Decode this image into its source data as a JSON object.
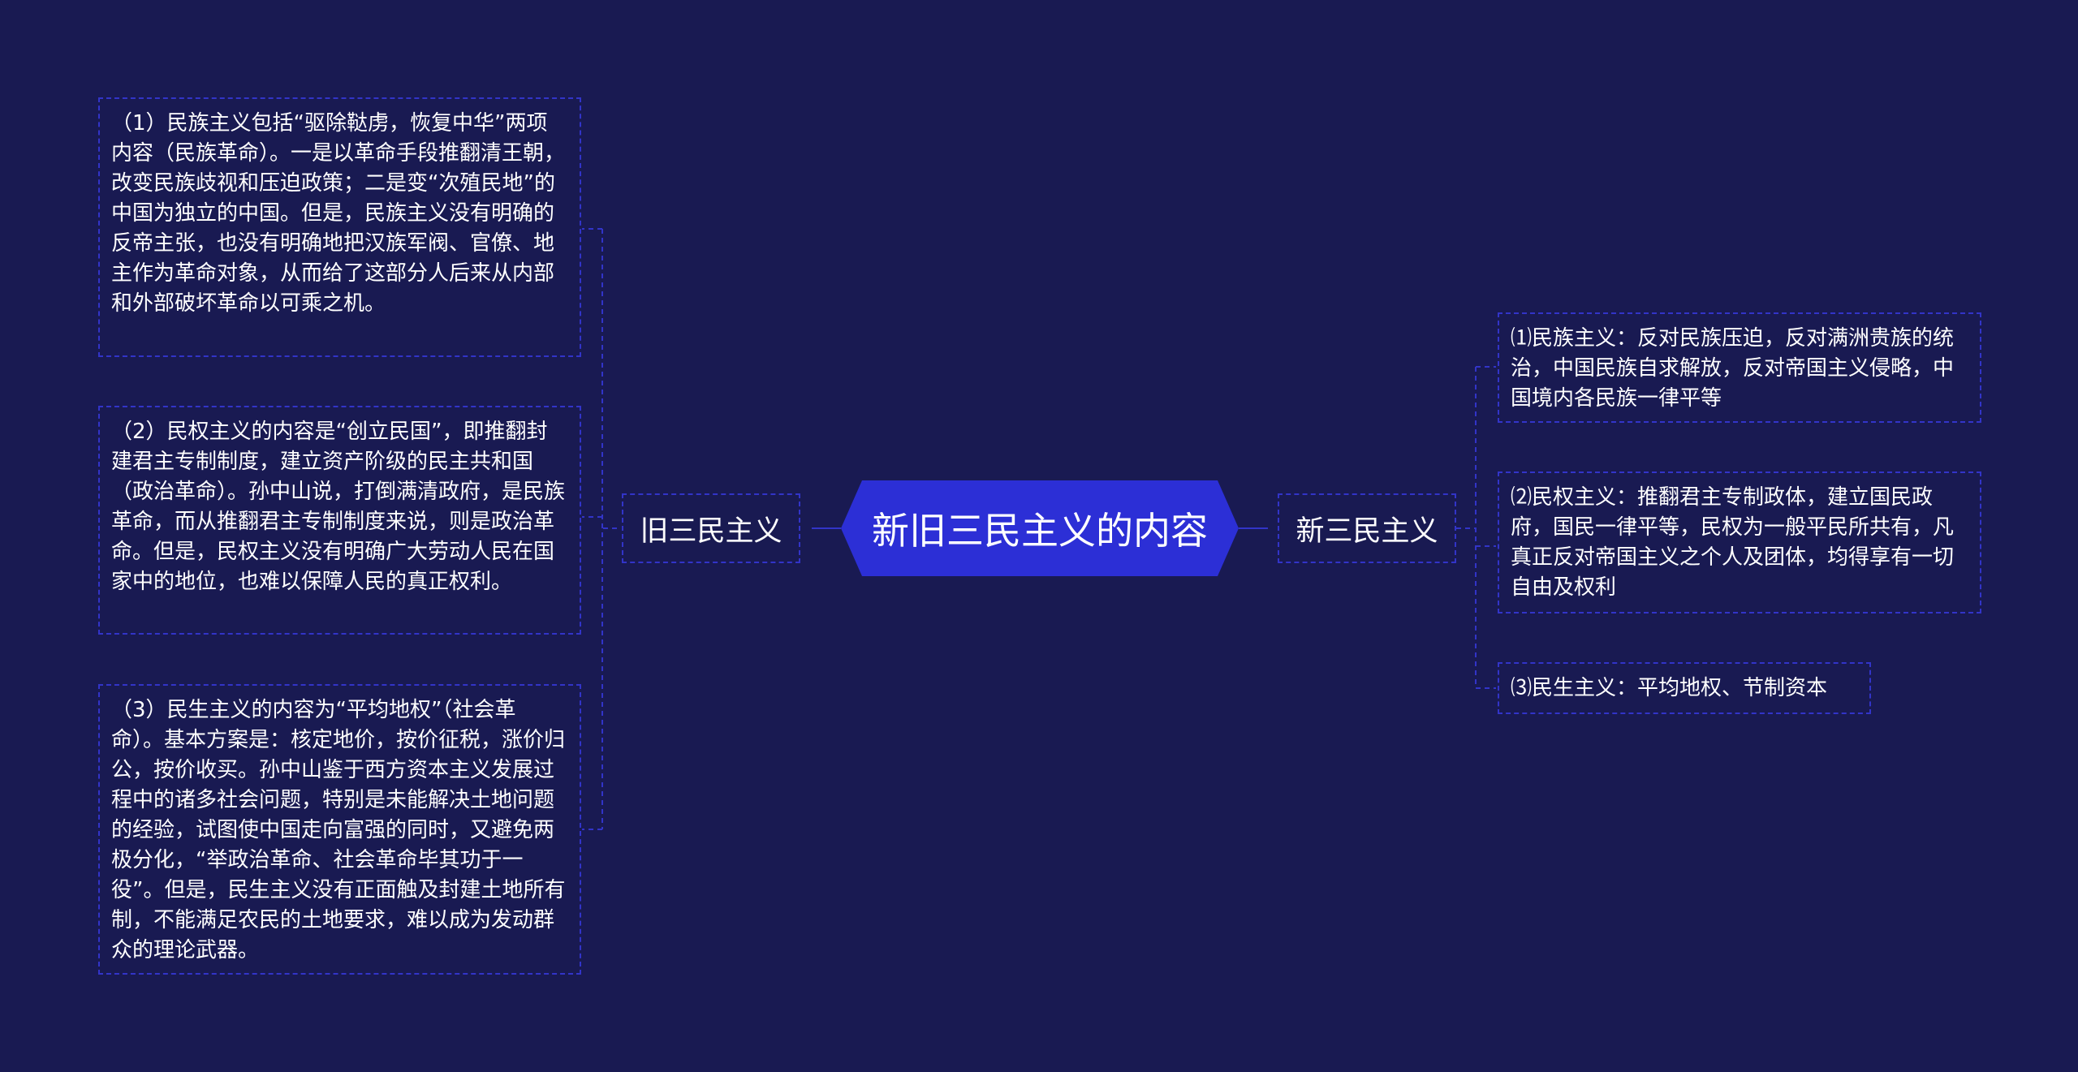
{
  "root": {
    "label": "新旧三民主义的内容"
  },
  "left_branch": {
    "label": "旧三民主义",
    "items": [
      "（1）民族主义包括“驱除鞑虏，恢复中华”两项内容（民族革命）。一是以革命手段推翻清王朝，改变民族歧视和压迫政策；二是变“次殖民地”的中国为独立的中国。但是，民族主义没有明确的反帝主张，也没有明确地把汉族军阀、官僚、地主作为革命对象，从而给了这部分人后来从内部和外部破坏革命以可乘之机。",
      "（2）民权主义的内容是“创立民国”，即推翻封建君主专制制度，建立资产阶级的民主共和国（政治革命）。孙中山说，打倒满清政府，是民族革命，而从推翻君主专制制度来说，则是政治革命。但是，民权主义没有明确广大劳动人民在国家中的地位，也难以保障人民的真正权利。",
      "（3）民生主义的内容为“平均地权”（社会革命）。基本方案是：核定地价，按价征税，涨价归公，按价收买。孙中山鉴于西方资本主义发展过程中的诸多社会问题，特别是未能解决土地问题的经验，试图使中国走向富强的同时，又避免两极分化，“举政治革命、社会革命毕其功于一役”。但是，民生主义没有正面触及封建土地所有制，不能满足农民的土地要求，难以成为发动群众的理论武器。"
    ]
  },
  "right_branch": {
    "label": "新三民主义",
    "items": [
      "⑴民族主义：反对民族压迫，反对满洲贵族的统治，中国民族自求解放，反对帝国主义侵略，中国境内各民族一律平等",
      "⑵民权主义：推翻君主专制政体，建立国民政府，国民一律平等，民权为一般平民所共有，凡真正反对帝国主义之个人及团体，均得享有一切自由及权利",
      "⑶民生主义：平均地权、节制资本"
    ]
  },
  "colors": {
    "background": "#191a52",
    "root_fill": "#2c2fd6",
    "border": "#3234c8",
    "text": "#ffffff"
  }
}
